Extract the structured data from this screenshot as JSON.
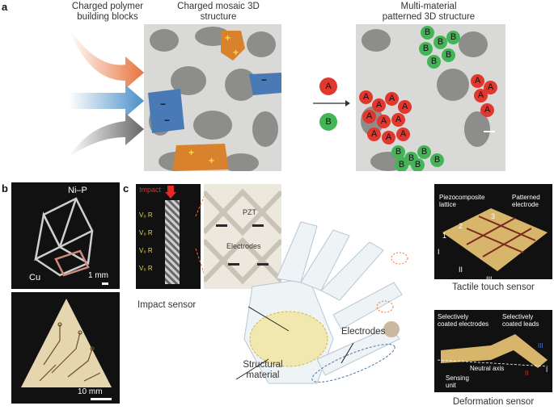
{
  "panel_a": {
    "letter": "a",
    "title_blocks": "Charged polymer building blocks",
    "title_mosaic": "Charged mosaic 3D structure",
    "title_multi": "Multi-material patterned 3D structure",
    "plus_sign": "+",
    "minus_sign": "−",
    "bead_a": "A",
    "bead_b": "B",
    "colors": {
      "arrow_orange": "#e8733c",
      "arrow_blue": "#4a8fc9",
      "arrow_gray": "#777777",
      "bead_a": "#e0372e",
      "bead_b": "#43b556"
    }
  },
  "panel_b": {
    "letter": "b",
    "label_nip": "Ni–P",
    "label_cu": "Cu",
    "scale_1": "1 mm",
    "scale_2": "10 mm"
  },
  "panel_c": {
    "letter": "c",
    "impact_label": "Impact",
    "voltage_labels": [
      "V₀",
      "V₀",
      "V₀",
      "V₀"
    ],
    "resistor_label": "R",
    "pzt_label": "PZT",
    "electrodes_inset_label": "Electrodes",
    "impact_sensor": "Impact sensor",
    "structural_material": "Structural material",
    "electrodes_main": "Electrodes",
    "tactile": {
      "piezocomposite_lattice": "Piezocomposite lattice",
      "patterned_electrode": "Patterned electrode",
      "numbers": [
        "1",
        "2",
        "3"
      ],
      "romans": [
        "I",
        "II",
        "III"
      ],
      "caption": "Tactile touch sensor"
    },
    "deformation": {
      "selectively_coated_electrodes": "Selectively coated electrodes",
      "selectively_coated_leads": "Selectively coated leads",
      "neutral_axis": "Neutral axis",
      "sensing_unit": "Sensing unit",
      "romans": [
        "I",
        "II",
        "III"
      ],
      "caption": "Deformation sensor"
    }
  }
}
